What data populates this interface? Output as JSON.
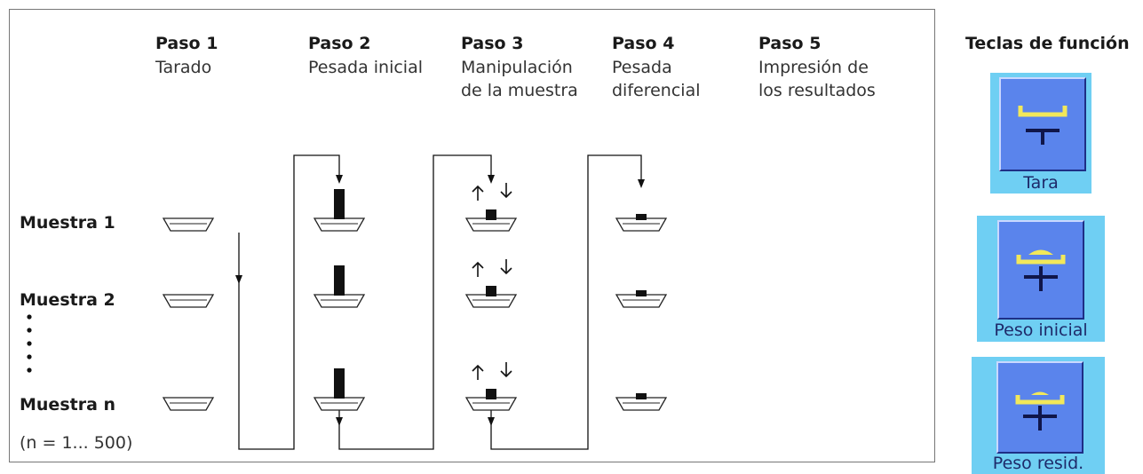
{
  "steps": [
    {
      "title": "Paso 1",
      "desc": [
        "Tarado"
      ]
    },
    {
      "title": "Paso 2",
      "desc": [
        "Pesada inicial"
      ]
    },
    {
      "title": "Paso 3",
      "desc": [
        "Manipulación",
        "de la muestra"
      ]
    },
    {
      "title": "Paso 4",
      "desc": [
        "Pesada",
        "diferencial"
      ]
    },
    {
      "title": "Paso 5",
      "desc": [
        "Impresión de",
        "los resultados"
      ]
    }
  ],
  "samples": [
    "Muestra 1",
    "Muestra 2",
    "Muestra n"
  ],
  "sample_range": "(n = 1... 500)",
  "function_keys": {
    "title": "Teclas de función",
    "keys": [
      {
        "label": "Tara",
        "icon": "tare-scale-icon"
      },
      {
        "label": "Peso inicial",
        "icon": "initial-weight-scale-icon"
      },
      {
        "label": "Peso resid.",
        "icon": "residual-weight-scale-icon"
      }
    ]
  },
  "colors": {
    "key_background": "#6fcff3",
    "key_face": "#5a84ec",
    "key_symbol": "#1e2a6a",
    "key_highlight": "#f2e85a"
  }
}
